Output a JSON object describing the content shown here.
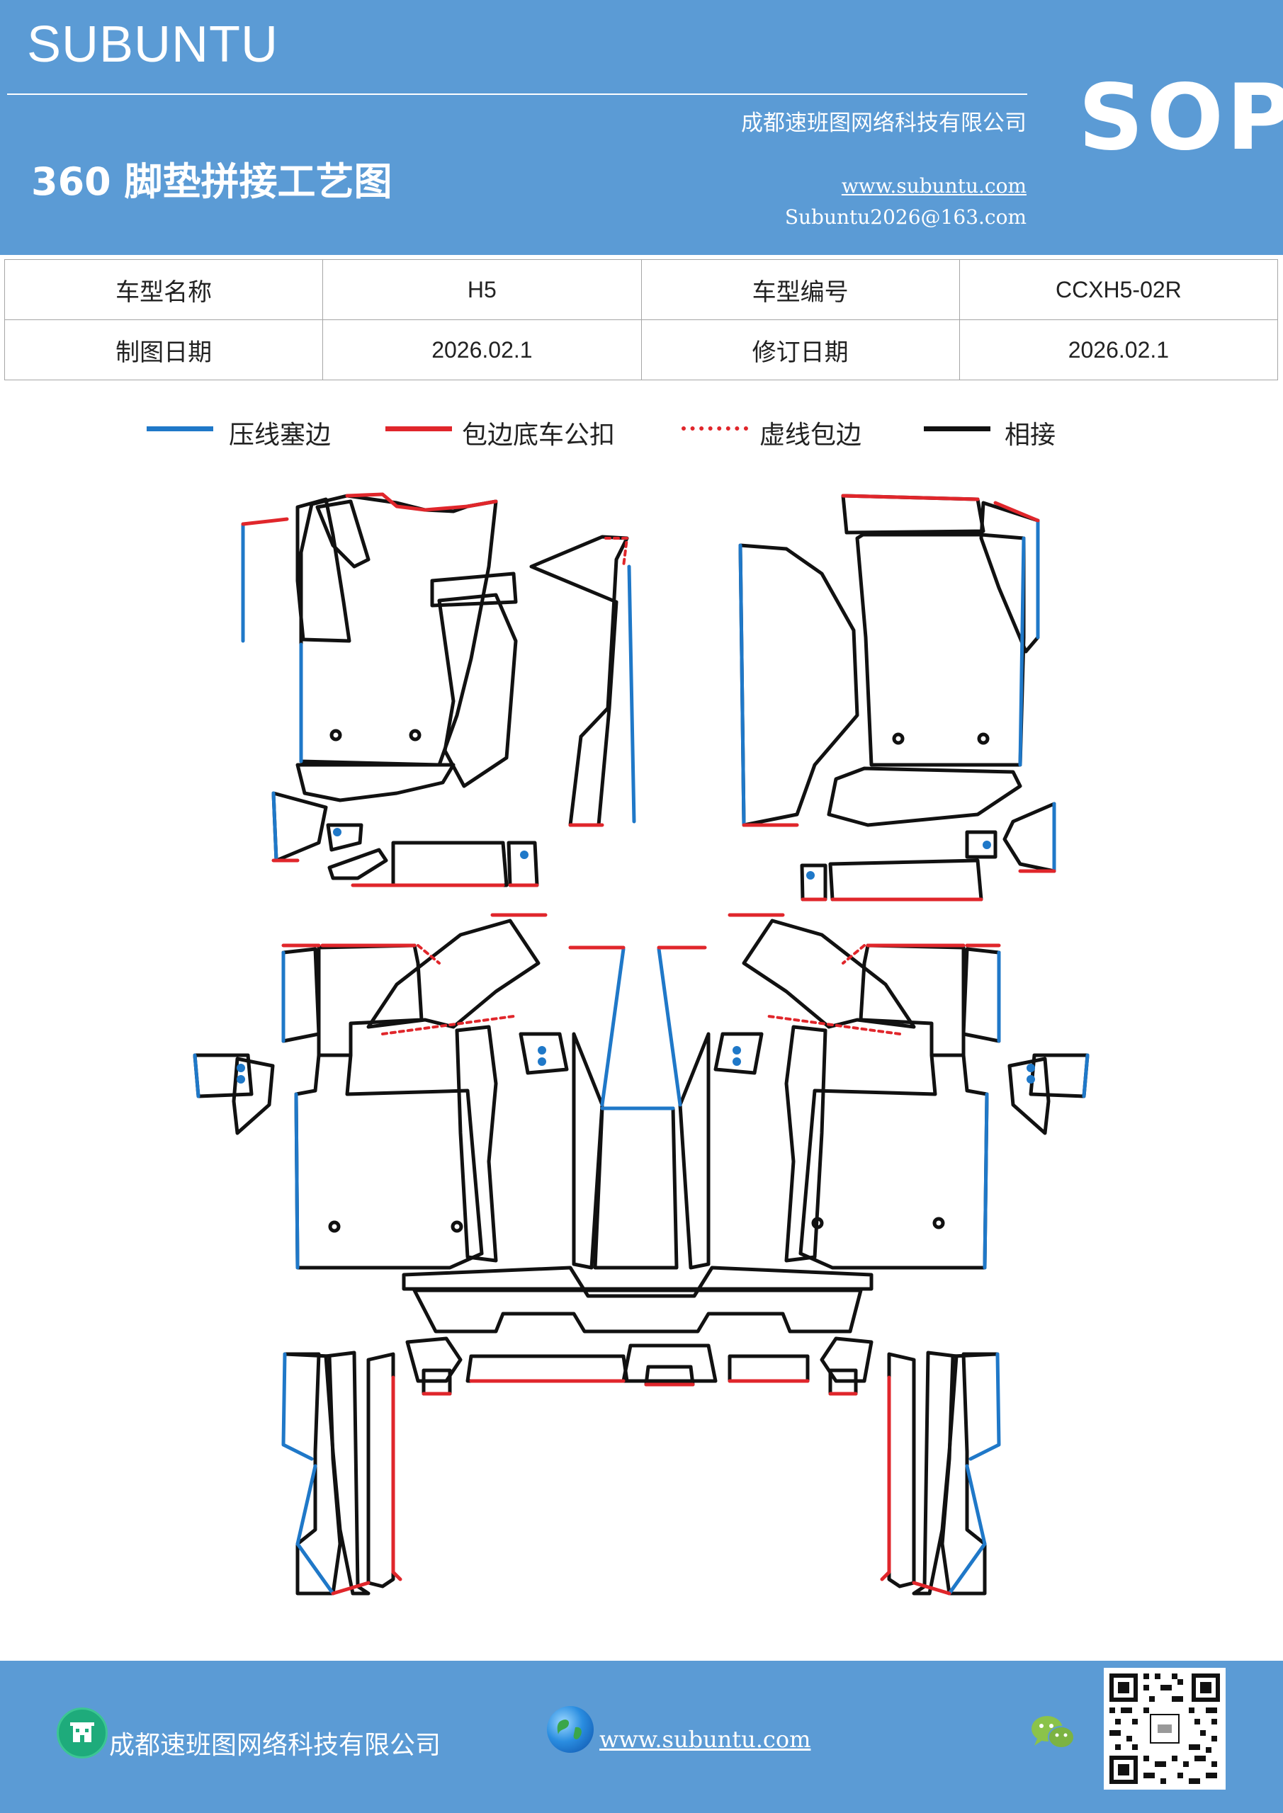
{
  "header": {
    "brand": "SUBUNTU",
    "company": "成都速班图网络科技有限公司",
    "title": "360 脚垫拼接工艺图",
    "website": "www.subuntu.com",
    "email": "Subuntu2026@163.com",
    "badge": "SOP"
  },
  "info_table": {
    "rows": [
      {
        "label1": "车型名称",
        "value1": "H5",
        "label2": "车型编号",
        "value2": "CCXH5-02R"
      },
      {
        "label1": "制图日期",
        "value1": "2026.02.1",
        "label2": "修订日期",
        "value2": "2026.02.1"
      }
    ]
  },
  "legend": [
    {
      "label": "压线塞边",
      "color": "#1f78c8",
      "style": "solid"
    },
    {
      "label": "包边底车公扣",
      "color": "#e0262b",
      "style": "solid"
    },
    {
      "label": "虚线包边",
      "color": "#e0262b",
      "style": "dotted"
    },
    {
      "label": "相接",
      "color": "#111111",
      "style": "solid"
    }
  ],
  "footer": {
    "company": "成都速班图网络科技有限公司",
    "website": "www.subuntu.com",
    "icons": [
      "building-icon",
      "globe-icon",
      "wechat-icon",
      "qr-code"
    ]
  }
}
